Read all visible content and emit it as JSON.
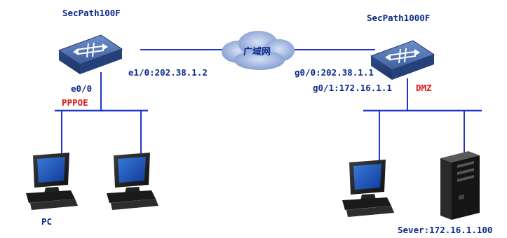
{
  "left_router": {
    "name": "SecPath100F",
    "wan_if": "e1/0:202.38.1.2",
    "lan_if": "e0/0",
    "lan_proto": "PPPOE"
  },
  "right_router": {
    "name": "SecPath1000F",
    "wan_if": "g0/0:202.38.1.1",
    "dmz_if": "g0/1:172.16.1.1",
    "dmz_label": "DMZ"
  },
  "cloud": {
    "label": "广域网"
  },
  "pc_label": "PC",
  "server_label": "Sever:172.16.1.100",
  "colors": {
    "link": "#1f35cc",
    "router_body": "#4a6aa8",
    "label": "#0b2a8c",
    "alert": "#e2141b",
    "cloud": "#8ea6d8"
  }
}
